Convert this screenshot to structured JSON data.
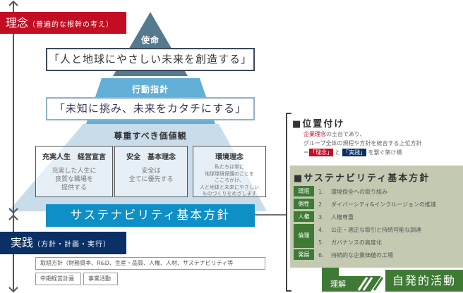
{
  "philosophy": {
    "label": "理念",
    "sub": "（普遍的な根幹の考え）"
  },
  "practice": {
    "label": "実践",
    "sub": "（方針・計画・実行）"
  },
  "mission": {
    "title": "使命",
    "motto": "「人と地球にやさしい未来を創造する」"
  },
  "conduct": {
    "title": "行動指針",
    "motto": "「未知に挑み、未来をカタチにする」"
  },
  "values": {
    "title": "尊重すべき価値観",
    "boxes": [
      {
        "title": "充実人生　経営宣言",
        "text": "充実した人生に\n良質な職場を\n提供する"
      },
      {
        "title": "安全　基本理念",
        "text": "安全は\n全てに優先する"
      },
      {
        "title": "環境理念",
        "text": "私たちは常に\n地球環境保護のことを\nこころがけ、\n人と地球と未来にやさしい\nものづくりをめざします"
      }
    ]
  },
  "sustainability_bar": "サステナビリティ基本方針",
  "practice_boxes": [
    "取組方針（財務資本、R&D、生産・品質、人権、人材、サステナビリティ等",
    "中期経営計画",
    "事業活動"
  ],
  "position": {
    "title": "■位置付け",
    "line1_red": "企業理念",
    "line1_rest": "の土台であり、",
    "line2": "グループ全体の規程や方針を統合する上位方針",
    "line3_prefix": "＝",
    "tag_red": "「理念」",
    "and": " と ",
    "tag_navy": "「実践」",
    "line3_rest": " を繋ぐ架け橋"
  },
  "policy": {
    "title": "■サステナビリティ基本方針",
    "tags": [
      "環境",
      "個性",
      "人権",
      "倫理",
      "発展"
    ],
    "items": [
      {
        "num": "1.",
        "text": "環境保全への取り組み"
      },
      {
        "num": "2.",
        "text": "ダイバーシティ&インクルージョンの推進"
      },
      {
        "num": "3.",
        "text": "人権尊重"
      },
      {
        "num": "4.",
        "text": "公正・適正な取引と持続可能な調達"
      },
      {
        "num": "5.",
        "text": "ガバナンスの高度化"
      },
      {
        "num": "6.",
        "text": "持続的な企業価値の工場"
      }
    ]
  },
  "understanding": "理解",
  "voluntary": "自発的活動",
  "colors": {
    "red": "#c30d23",
    "navy": "#0a3066",
    "blue": "#0e8fc6",
    "green": "#3f7a35",
    "panel": "#c4cab2"
  }
}
